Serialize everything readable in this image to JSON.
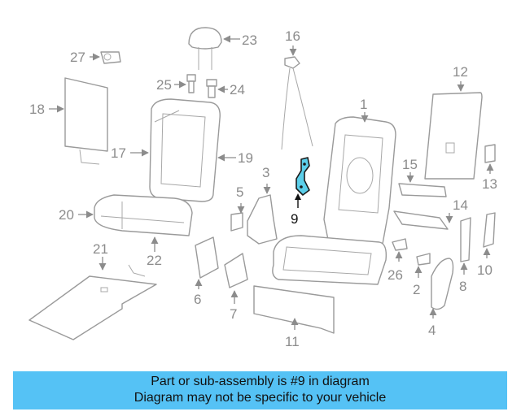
{
  "diagram": {
    "highlighted_part": "9",
    "callouts": {
      "p1": "1",
      "p2": "2",
      "p3": "3",
      "p4": "4",
      "p5": "5",
      "p6": "6",
      "p7": "7",
      "p8": "8",
      "p9": "9",
      "p10": "10",
      "p11": "11",
      "p12": "12",
      "p13": "13",
      "p14": "14",
      "p15": "15",
      "p16": "16",
      "p17": "17",
      "p18": "18",
      "p19": "19",
      "p20": "20",
      "p21": "21",
      "p22": "22",
      "p23": "23",
      "p24": "24",
      "p25": "25",
      "p26": "26",
      "p27": "27"
    },
    "colors": {
      "highlight": "#5ccfea",
      "banner": "#55c2f5",
      "line_art": "#9a9a9a"
    }
  },
  "banner": {
    "line1": "Part or sub-assembly is #9 in diagram",
    "line2": "Diagram may not be specific to your vehicle"
  }
}
